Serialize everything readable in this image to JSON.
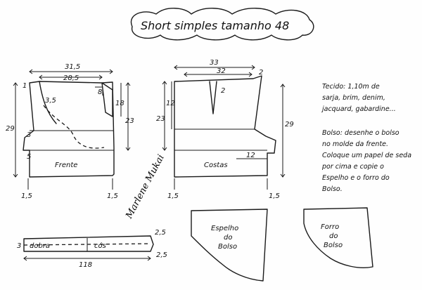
{
  "title": "Short   simples  tamanho  48",
  "front": {
    "label": "Frente",
    "dims": {
      "top_width": "31,5",
      "inner_width": "28,5",
      "pocket_3_5": "3,5",
      "b": "8",
      "side_18": "18",
      "side_23": "23",
      "left_29": "29",
      "left_1": "1",
      "crotch_3": "3",
      "crotch_5": "5",
      "hem_1_5_left": "1,5",
      "hem_1_5_right": "1,5"
    }
  },
  "back": {
    "label": "Costas",
    "dims": {
      "top_33": "33",
      "top_32": "32",
      "top_2": "2",
      "dart_2": "2",
      "left_12": "12",
      "left_23": "23",
      "right_29": "29",
      "bottom_12": "12",
      "hem_1_5_left": "1,5",
      "hem_1_5_right": "1,5"
    }
  },
  "waistband": {
    "dobra": "dobra",
    "cos": "cós",
    "left_3": "3",
    "right_2_5_top": "2,5",
    "right_2_5_bottom": "2,5",
    "length": "118"
  },
  "pocket_mirror": {
    "line1": "Espelho",
    "line2": "do",
    "line3": "Bolso"
  },
  "pocket_lining": {
    "line1": "Forro",
    "line2": "do",
    "line3": "Bolso"
  },
  "notes": {
    "fabric": [
      "Tecido: 1,10m de",
      "sarja, brim, denim,",
      "jacquard, gabardine..."
    ],
    "pocket": [
      "Bolso: desenhe o bolso",
      "no molde da frente.",
      "Coloque um papel de seda",
      "por cima e copie o",
      "Espelho e o forro do",
      "Bolso."
    ]
  },
  "signature": "Marlene Mukai"
}
